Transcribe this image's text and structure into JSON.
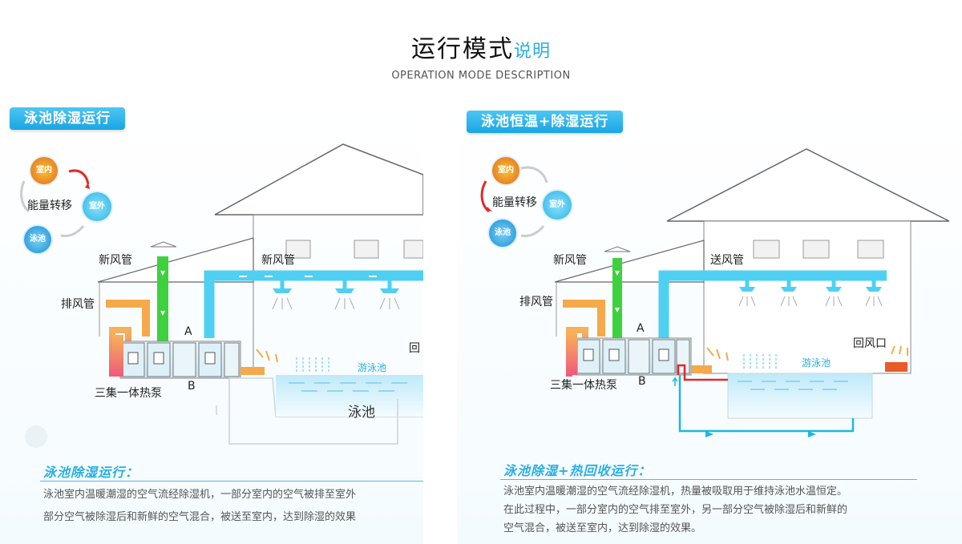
{
  "header": {
    "title_main": "运行模式",
    "title_accent": "说明",
    "subtitle": "OPERATION MODE DESCRIPTION"
  },
  "left": {
    "tag": "泳池除湿运行",
    "energy_label": "能量转移",
    "icon_indoor": "室内",
    "icon_outdoor": "室外",
    "icon_pool": "泳池",
    "fresh_air_duct_1": "新风管",
    "fresh_air_duct_2": "新风管",
    "exhaust_duct": "排风管",
    "point_a": "A",
    "point_b": "B",
    "unit_label": "三集一体热泵",
    "swimming_pool_label": "游泳池",
    "return_label": "回",
    "pool_label": "泳池",
    "desc_title": "泳池除湿运行：",
    "desc_lines": [
      "泳池室内温暖潮湿的空气流经除湿机，一部分室内的空气被排至室外",
      "部分空气被除湿后和新鲜的空气混合，被送至室内，达到除湿的效果"
    ]
  },
  "right": {
    "tag": "泳池恒温+除湿运行",
    "energy_label": "能量转移",
    "icon_indoor": "室内",
    "icon_outdoor": "室外",
    "icon_pool": "泳池",
    "fresh_air_duct": "新风管",
    "supply_duct": "送风管",
    "exhaust_duct": "排风管",
    "point_a": "A",
    "point_b": "B",
    "unit_label": "三集一体热泵",
    "swimming_pool_label": "游泳池",
    "return_vent": "回风口",
    "desc_title": "泳池除湿+热回收运行：",
    "desc_lines": [
      "泳池室内温暖潮湿的空气流经除湿机，热量被吸取用于维持泳池水温恒定。",
      "在此过程中，一部分室内的空气排至室外，另一部分空气被除湿后和新鲜的",
      "空气混合，被送至室内，达到除湿的效果。"
    ]
  },
  "colors": {
    "accent_blue": "#2aaee0",
    "duct_cyan": "#4fd0f2",
    "duct_green": "#3dd23d",
    "duct_orange": "#f5a94a",
    "water_red": "#e02a2a"
  }
}
